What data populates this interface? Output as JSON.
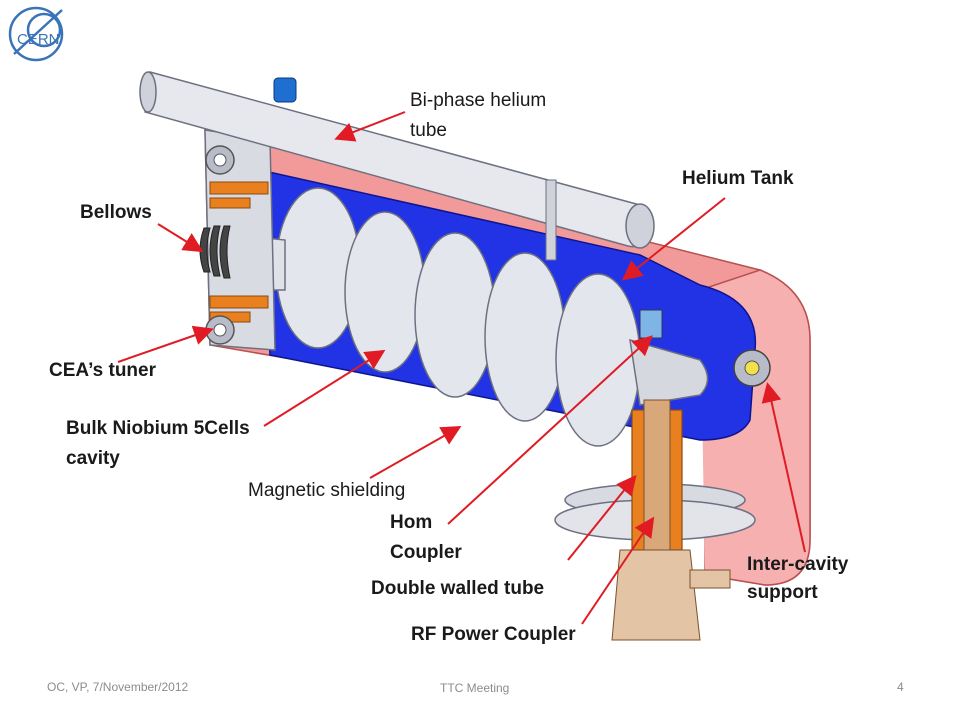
{
  "logo": {
    "text": "CERN"
  },
  "labels": {
    "biphase_line1": "Bi-phase helium",
    "biphase_line2": "tube",
    "helium_tank": "Helium Tank",
    "bellows": "Bellows",
    "cea_tuner": "CEA’s tuner",
    "bulk_line1": "Bulk Niobium 5Cells",
    "bulk_line2": "cavity",
    "magnetic": "Magnetic  shielding",
    "hom_line1": "Hom",
    "hom_line2": "Coupler",
    "double_walled": "Double walled tube",
    "rf_power": "RF Power Coupler",
    "intercavity_line1": "Inter-cavity",
    "intercavity_line2": "support"
  },
  "footer": {
    "left": "OC, VP, 7/November/2012",
    "center": "TTC Meeting",
    "page": "4"
  },
  "colors": {
    "arrow": "#e01b24",
    "tank_pink": "#f08080",
    "shield_blue": "#1f2fe0",
    "copper": "#e07a1f"
  }
}
